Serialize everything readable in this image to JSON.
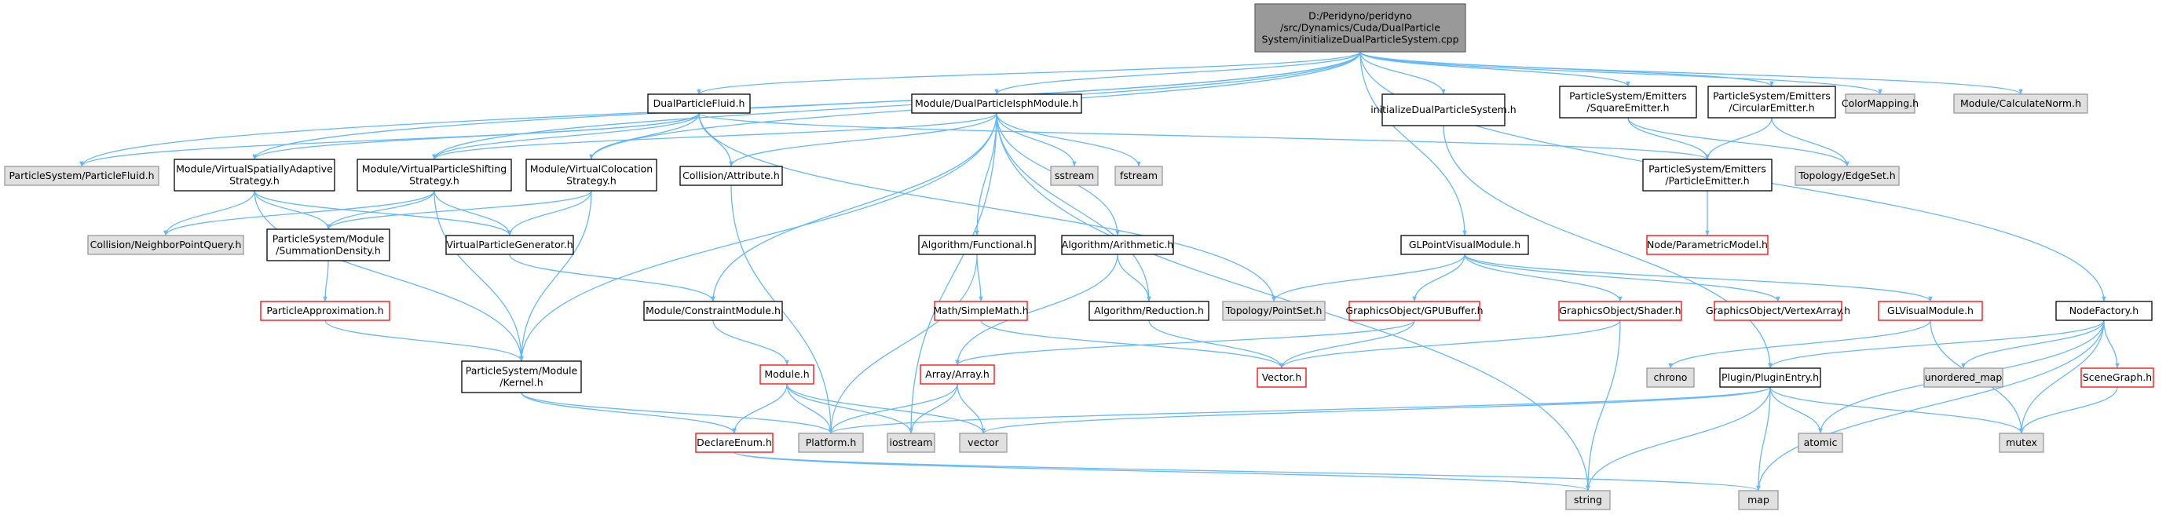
{
  "graph": {
    "title": "",
    "colors": {
      "edge": "#63b8ff",
      "root_fill": "#999999",
      "root_border": "#666666",
      "doc_border": "#000000",
      "system_fill": "#e0e0e0",
      "system_border": "#999999",
      "missing_border": "#ff0000",
      "node_fill": "#ffffff"
    },
    "nodes": [
      {
        "id": "root",
        "kind": "root",
        "lines": [
          "D:/Peridyno/peridyno",
          "/src/Dynamics/Cuda/DualParticle",
          "System/initializeDualParticleSystem.cpp"
        ]
      },
      {
        "id": "dpf",
        "kind": "doc",
        "lines": [
          "DualParticleFluid.h"
        ]
      },
      {
        "id": "mdpi",
        "kind": "doc",
        "lines": [
          "Module/DualParticleIsphModule.h"
        ]
      },
      {
        "id": "idps",
        "kind": "doc",
        "lines": [
          "initializeDualParticleSystem.h"
        ]
      },
      {
        "id": "sqe",
        "kind": "doc",
        "lines": [
          "ParticleSystem/Emitters",
          "/SquareEmitter.h"
        ]
      },
      {
        "id": "cie",
        "kind": "doc",
        "lines": [
          "ParticleSystem/Emitters",
          "/CircularEmitter.h"
        ]
      },
      {
        "id": "cmap",
        "kind": "system",
        "lines": [
          "ColorMapping.h"
        ]
      },
      {
        "id": "cnorm",
        "kind": "system",
        "lines": [
          "Module/CalculateNorm.h"
        ]
      },
      {
        "id": "psf",
        "kind": "system",
        "lines": [
          "ParticleSystem/ParticleFluid.h"
        ]
      },
      {
        "id": "vsas",
        "kind": "doc",
        "lines": [
          "Module/VirtualSpatiallyAdaptive",
          "Strategy.h"
        ]
      },
      {
        "id": "vpss",
        "kind": "doc",
        "lines": [
          "Module/VirtualParticleShifting",
          "Strategy.h"
        ]
      },
      {
        "id": "vcs",
        "kind": "doc",
        "lines": [
          "Module/VirtualColocation",
          "Strategy.h"
        ]
      },
      {
        "id": "catt",
        "kind": "doc",
        "lines": [
          "Collision/Attribute.h"
        ]
      },
      {
        "id": "sstream",
        "kind": "system",
        "lines": [
          "sstream"
        ]
      },
      {
        "id": "fstream",
        "kind": "system",
        "lines": [
          "fstream"
        ]
      },
      {
        "id": "pe",
        "kind": "doc",
        "lines": [
          "ParticleSystem/Emitters",
          "/ParticleEmitter.h"
        ]
      },
      {
        "id": "edgeset",
        "kind": "system",
        "lines": [
          "Topology/EdgeSet.h"
        ]
      },
      {
        "id": "cnpq",
        "kind": "system",
        "lines": [
          "Collision/NeighborPointQuery.h"
        ]
      },
      {
        "id": "psd",
        "kind": "doc",
        "lines": [
          "ParticleSystem/Module",
          "/SummationDensity.h"
        ]
      },
      {
        "id": "vpg",
        "kind": "doc",
        "lines": [
          "VirtualParticleGenerator.h"
        ]
      },
      {
        "id": "pmodel",
        "kind": "missing",
        "lines": [
          "Node/ParametricModel.h"
        ]
      },
      {
        "id": "afunc",
        "kind": "doc",
        "lines": [
          "Algorithm/Functional.h"
        ]
      },
      {
        "id": "aarith",
        "kind": "doc",
        "lines": [
          "Algorithm/Arithmetic.h"
        ]
      },
      {
        "id": "glpvm",
        "kind": "doc",
        "lines": [
          "GLPointVisualModule.h"
        ]
      },
      {
        "id": "papprox",
        "kind": "missing",
        "lines": [
          "ParticleApproximation.h"
        ]
      },
      {
        "id": "mcons",
        "kind": "doc",
        "lines": [
          "Module/ConstraintModule.h"
        ]
      },
      {
        "id": "msm",
        "kind": "missing",
        "lines": [
          "Math/SimpleMath.h"
        ]
      },
      {
        "id": "ared",
        "kind": "doc",
        "lines": [
          "Algorithm/Reduction.h"
        ]
      },
      {
        "id": "pointset",
        "kind": "system",
        "lines": [
          "Topology/PointSet.h"
        ]
      },
      {
        "id": "gpub",
        "kind": "missing",
        "lines": [
          "GraphicsObject/GPUBuffer.h"
        ]
      },
      {
        "id": "shader",
        "kind": "missing",
        "lines": [
          "GraphicsObject/Shader.h"
        ]
      },
      {
        "id": "varr",
        "kind": "missing",
        "lines": [
          "GraphicsObject/VertexArray.h"
        ]
      },
      {
        "id": "glvm",
        "kind": "missing",
        "lines": [
          "GLVisualModule.h"
        ]
      },
      {
        "id": "nodef",
        "kind": "doc",
        "lines": [
          "NodeFactory.h"
        ]
      },
      {
        "id": "kernel",
        "kind": "doc",
        "lines": [
          "ParticleSystem/Module",
          "/Kernel.h"
        ]
      },
      {
        "id": "module",
        "kind": "missing",
        "lines": [
          "Module.h"
        ]
      },
      {
        "id": "array",
        "kind": "missing",
        "lines": [
          "Array/Array.h"
        ]
      },
      {
        "id": "vector",
        "kind": "missing",
        "lines": [
          "Vector.h"
        ]
      },
      {
        "id": "chrono",
        "kind": "system",
        "lines": [
          "chrono"
        ]
      },
      {
        "id": "plugin",
        "kind": "doc",
        "lines": [
          "Plugin/PluginEntry.h"
        ]
      },
      {
        "id": "umap",
        "kind": "system",
        "lines": [
          "unordered_map"
        ]
      },
      {
        "id": "sgraph",
        "kind": "missing",
        "lines": [
          "SceneGraph.h"
        ]
      },
      {
        "id": "denum",
        "kind": "missing",
        "lines": [
          "DeclareEnum.h"
        ]
      },
      {
        "id": "platform",
        "kind": "system",
        "lines": [
          "Platform.h"
        ]
      },
      {
        "id": "iostream",
        "kind": "system",
        "lines": [
          "iostream"
        ]
      },
      {
        "id": "vectorstd",
        "kind": "system",
        "lines": [
          "vector"
        ]
      },
      {
        "id": "atomic",
        "kind": "system",
        "lines": [
          "atomic"
        ]
      },
      {
        "id": "mutex",
        "kind": "system",
        "lines": [
          "mutex"
        ]
      },
      {
        "id": "string",
        "kind": "system",
        "lines": [
          "string"
        ]
      },
      {
        "id": "map",
        "kind": "system",
        "lines": [
          "map"
        ]
      }
    ],
    "edges": [
      [
        "root",
        "dpf"
      ],
      [
        "root",
        "mdpi"
      ],
      [
        "root",
        "idps"
      ],
      [
        "root",
        "sqe"
      ],
      [
        "root",
        "cie"
      ],
      [
        "root",
        "cmap"
      ],
      [
        "root",
        "cnorm"
      ],
      [
        "root",
        "psf"
      ],
      [
        "root",
        "vsas"
      ],
      [
        "root",
        "vpss"
      ],
      [
        "root",
        "vcs"
      ],
      [
        "root",
        "glpvm"
      ],
      [
        "root",
        "nodef"
      ],
      [
        "dpf",
        "psf"
      ],
      [
        "dpf",
        "vsas"
      ],
      [
        "dpf",
        "vpss"
      ],
      [
        "dpf",
        "vcs"
      ],
      [
        "dpf",
        "catt"
      ],
      [
        "dpf",
        "pe"
      ],
      [
        "dpf",
        "pointset"
      ],
      [
        "mdpi",
        "vpss"
      ],
      [
        "mdpi",
        "catt"
      ],
      [
        "mdpi",
        "sstream"
      ],
      [
        "mdpi",
        "fstream"
      ],
      [
        "mdpi",
        "mcons"
      ],
      [
        "mdpi",
        "afunc"
      ],
      [
        "mdpi",
        "aarith"
      ],
      [
        "mdpi",
        "ared"
      ],
      [
        "mdpi",
        "kernel"
      ],
      [
        "mdpi",
        "iostream"
      ],
      [
        "mdpi",
        "string"
      ],
      [
        "idps",
        "plugin"
      ],
      [
        "sqe",
        "pe"
      ],
      [
        "sqe",
        "edgeset"
      ],
      [
        "cie",
        "pe"
      ],
      [
        "cie",
        "edgeset"
      ],
      [
        "pe",
        "pmodel"
      ],
      [
        "vsas",
        "cnpq"
      ],
      [
        "vsas",
        "psd"
      ],
      [
        "vsas",
        "vpg"
      ],
      [
        "vsas",
        "kernel"
      ],
      [
        "vpss",
        "cnpq"
      ],
      [
        "vpss",
        "psd"
      ],
      [
        "vpss",
        "vpg"
      ],
      [
        "vpss",
        "kernel"
      ],
      [
        "vcs",
        "psd"
      ],
      [
        "vcs",
        "vpg"
      ],
      [
        "vcs",
        "kernel"
      ],
      [
        "catt",
        "platform"
      ],
      [
        "psd",
        "papprox"
      ],
      [
        "papprox",
        "kernel"
      ],
      [
        "vpg",
        "mcons"
      ],
      [
        "mcons",
        "module"
      ],
      [
        "afunc",
        "msm"
      ],
      [
        "afunc",
        "platform"
      ],
      [
        "aarith",
        "array"
      ],
      [
        "aarith",
        "ared"
      ],
      [
        "msm",
        "vector"
      ],
      [
        "ared",
        "vector"
      ],
      [
        "glpvm",
        "pointset"
      ],
      [
        "glpvm",
        "gpub"
      ],
      [
        "glpvm",
        "shader"
      ],
      [
        "glpvm",
        "varr"
      ],
      [
        "glpvm",
        "glvm"
      ],
      [
        "gpub",
        "array"
      ],
      [
        "gpub",
        "vector"
      ],
      [
        "shader",
        "vector"
      ],
      [
        "shader",
        "string"
      ],
      [
        "glvm",
        "chrono"
      ],
      [
        "glvm",
        "mutex"
      ],
      [
        "nodef",
        "plugin"
      ],
      [
        "nodef",
        "umap"
      ],
      [
        "nodef",
        "sgraph"
      ],
      [
        "nodef",
        "atomic"
      ],
      [
        "nodef",
        "mutex"
      ],
      [
        "nodef",
        "map"
      ],
      [
        "sgraph",
        "mutex"
      ],
      [
        "plugin",
        "platform"
      ],
      [
        "plugin",
        "vectorstd"
      ],
      [
        "plugin",
        "atomic"
      ],
      [
        "plugin",
        "mutex"
      ],
      [
        "plugin",
        "string"
      ],
      [
        "plugin",
        "map"
      ],
      [
        "kernel",
        "denum"
      ],
      [
        "kernel",
        "platform"
      ],
      [
        "module",
        "denum"
      ],
      [
        "module",
        "platform"
      ],
      [
        "module",
        "iostream"
      ],
      [
        "module",
        "vectorstd"
      ],
      [
        "array",
        "platform"
      ],
      [
        "array",
        "iostream"
      ],
      [
        "array",
        "vectorstd"
      ],
      [
        "denum",
        "string"
      ],
      [
        "denum",
        "map"
      ]
    ]
  }
}
